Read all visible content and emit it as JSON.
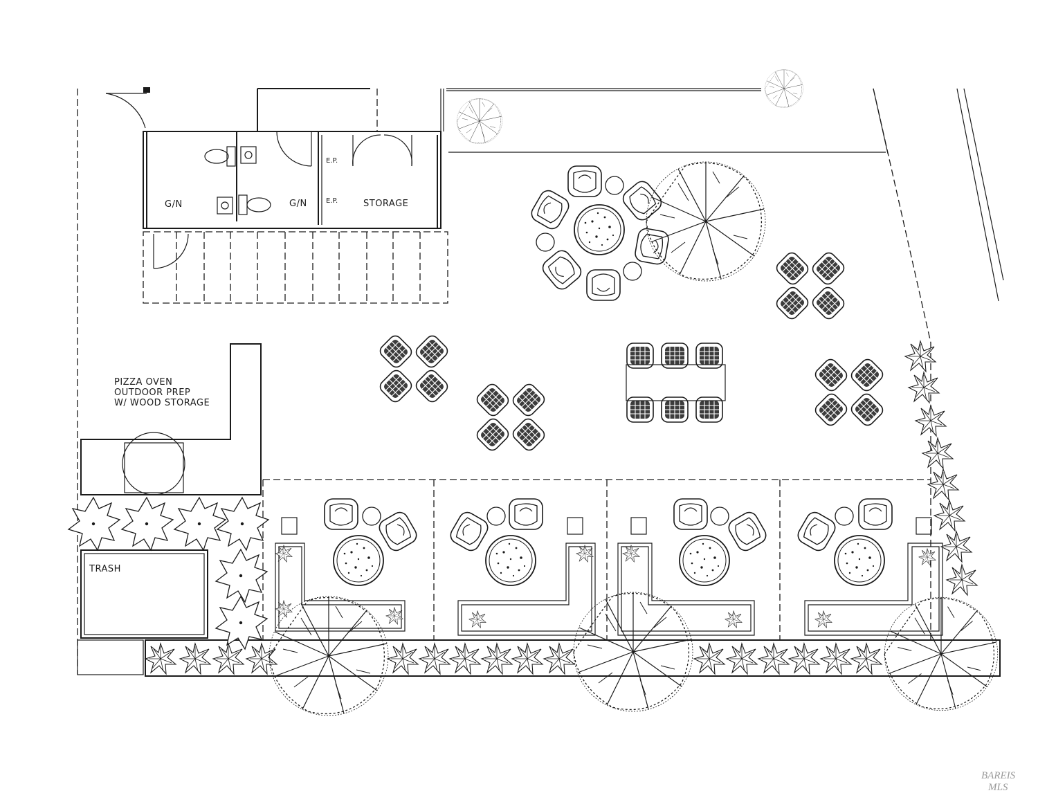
{
  "labels": {
    "restroom_left": "G/N",
    "restroom_right": "G/N",
    "ep_top": "E.P.",
    "ep_bottom": "E.P.",
    "storage": "STORAGE",
    "pizza_line1": "PIZZA OVEN",
    "pizza_line2": "OUTDOOR PREP",
    "pizza_line3": "W/ WOOD STORAGE",
    "trash": "TRASH"
  },
  "watermark": {
    "line1": "BAREIS",
    "line2": "MLS"
  },
  "icons": {
    "tree": "tree-plan-icon",
    "shrub": "shrub-icon",
    "lounge_chair": "lounge-chair-icon",
    "dining_chair": "dining-chair-icon",
    "round_table": "round-table-icon",
    "sofa": "sofa-icon",
    "toilet": "toilet-icon",
    "sink": "sink-icon"
  },
  "colors": {
    "ink": "#1a1a1a",
    "paper": "#ffffff",
    "watermark": "#9a9a9a"
  }
}
